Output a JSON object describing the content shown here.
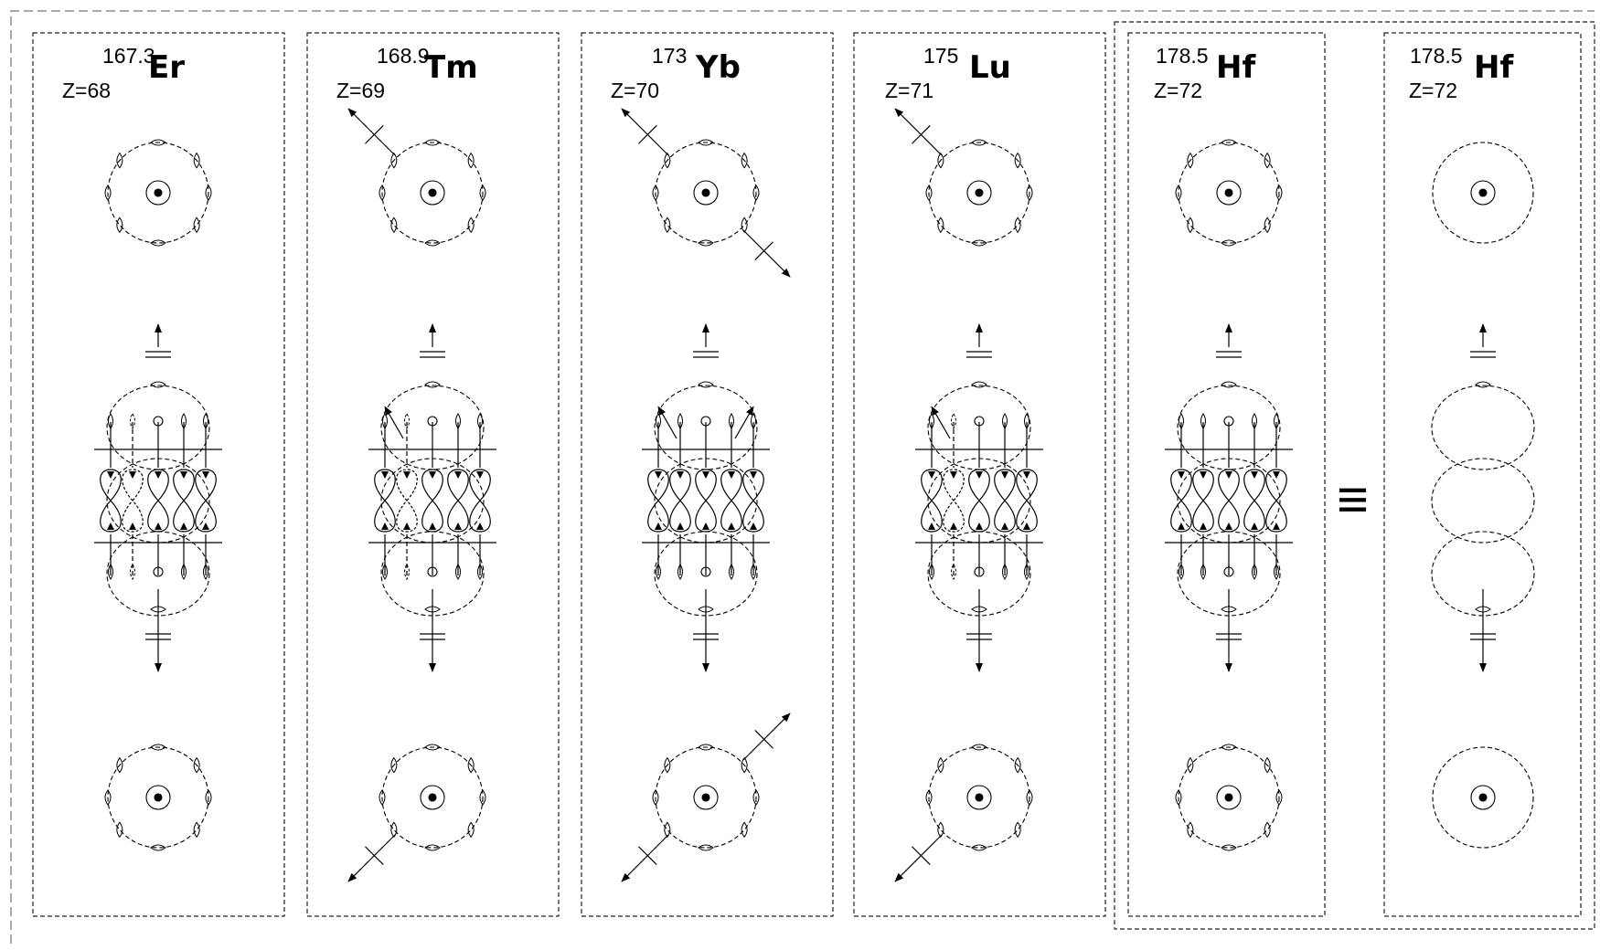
{
  "panels": [
    {
      "mass": "167.3",
      "symbol": "Er",
      "z": "Z=68",
      "variant": "Er"
    },
    {
      "mass": "168.9",
      "symbol": "Tm",
      "z": "Z=69",
      "variant": "Tm"
    },
    {
      "mass": "173",
      "symbol": "Yb",
      "z": "Z=70",
      "variant": "Yb"
    },
    {
      "mass": "175",
      "symbol": "Lu",
      "z": "Z=71",
      "variant": "Lu"
    },
    {
      "mass": "178.5",
      "symbol": "Hf",
      "z": "Z=72",
      "variant": "Hf"
    },
    {
      "mass": "178.5",
      "symbol": "Hf",
      "z": "Z=72",
      "variant": "HfSimple"
    }
  ],
  "equivalence_symbol": "≡"
}
